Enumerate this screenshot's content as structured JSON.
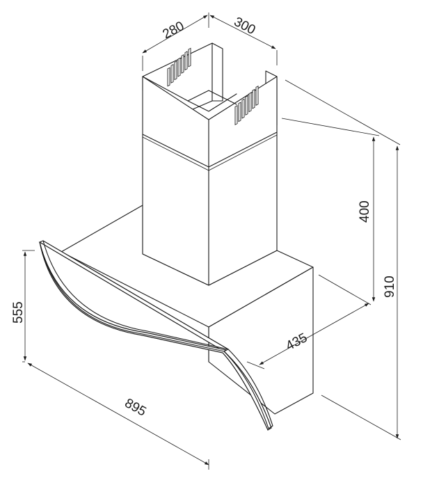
{
  "dimensions": {
    "chimney_width": "280",
    "chimney_depth": "300",
    "chimney_height": "400",
    "total_height": "910",
    "hood_depth": "435",
    "glass_height": "555",
    "hood_width": "895"
  }
}
